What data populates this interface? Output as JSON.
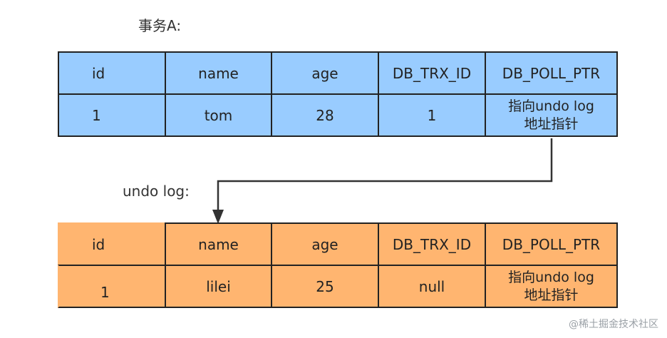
{
  "labels": {
    "transaction_a": "事务A:",
    "undo_log": "undo log:"
  },
  "colors": {
    "current_fill": "#99ccff",
    "undo_fill": "#ffb570",
    "border": "#222222"
  },
  "current_row": {
    "headers": [
      "id",
      "name",
      "age",
      "DB_TRX_ID",
      "DB_POLL_PTR"
    ],
    "values": [
      "1",
      "tom",
      "28",
      "1",
      "指向undo log\n地址指针"
    ]
  },
  "undo_row": {
    "headers": [
      "id",
      "name",
      "age",
      "DB_TRX_ID",
      "DB_POLL_PTR"
    ],
    "values": [
      "1",
      "lilei",
      "25",
      "null",
      "指向undo log\n地址指针"
    ]
  },
  "watermark": "@稀土掘金技术社区"
}
